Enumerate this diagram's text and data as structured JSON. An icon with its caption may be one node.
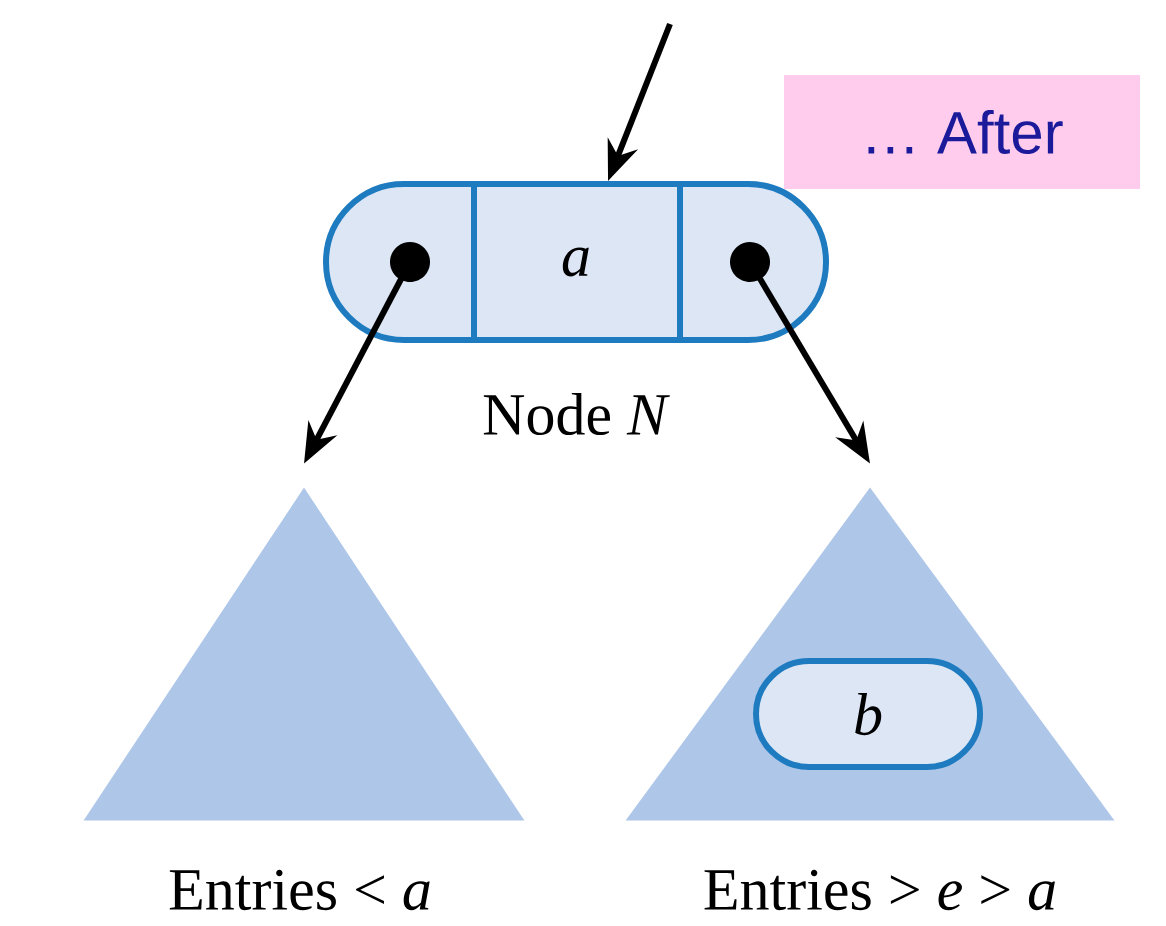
{
  "diagram": {
    "nodes": [
      {
        "text": [
          "… After"
        ]
      },
      {
        "text": [
          "a"
        ],
        "beside": [
          "Node *N*"
        ]
      },
      {
        "text": [],
        "shape": "triangle",
        "beside": [
          "Entries < *a*"
        ]
      },
      {
        "text": [],
        "shape": "triangle",
        "beside": [
          "Entries > *e* > *a*"
        ]
      },
      {
        "text": [
          "b"
        ],
        "in": 3
      }
    ],
    "edges": [
      {
        "from": null,
        "to": 1,
        "arrow": "to"
      },
      {
        "from": 1,
        "to": 2,
        "arrow": "to"
      },
      {
        "from": 1,
        "to": 3,
        "arrow": "to"
      }
    ]
  }
}
